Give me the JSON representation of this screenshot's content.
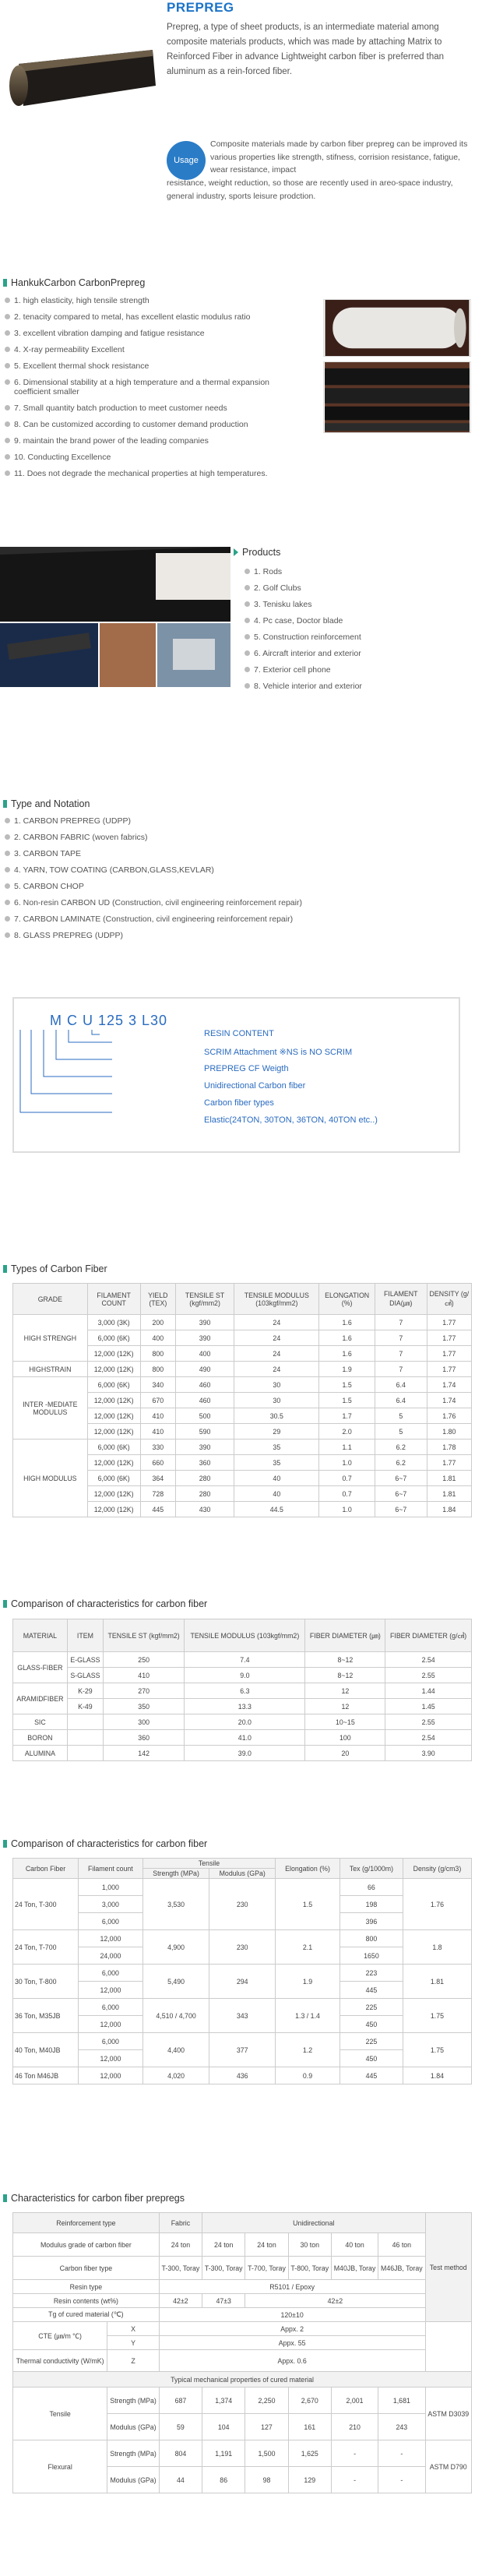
{
  "page_title": "PREPREG",
  "intro": "Prepreg, a type of sheet products, is an intermediate material among composite materials products, which was made by attaching Matrix to Reinforced Fiber in advance Lightweight carbon fiber is preferred than aluminum as a rein-forced fiber.",
  "usage": {
    "badge": "Usage",
    "text1": "Composite materials made by carbon fiber prepreg can be improved its various properties like strength, stifness, corrision resistance, fatigue, wear resistance, impact",
    "text2": "resistance, weight  reduction, so those are recently used in areo-space industry, general industry, sports leisure prodction."
  },
  "features": {
    "title": "HankukCarbon CarbonPrepreg",
    "items": [
      "1. high elasticity, high tensile strength",
      "2. tenacity compared to metal, has excellent elastic modulus ratio",
      "3. excellent vibration damping and fatigue resistance",
      "4. X-ray permeability Excellent",
      "5. Excellent thermal shock resistance",
      "6. Dimensional stability at a high temperature and a thermal expansion coefficient smaller",
      "7. Small quantity batch production to meet customer needs",
      "8. Can be customized according to customer demand production",
      "9. maintain the brand power of the leading companies",
      "10. Conducting Excellence",
      "11. Does not degrade the mechanical properties  at high temperatures."
    ]
  },
  "products": {
    "title": "Products",
    "items": [
      "1. Rods",
      "2. Golf Clubs",
      "3. Tenisku lakes",
      "4. Pc case, Doctor blade",
      "5. Construction reinforcement",
      "6. Aircraft interior and exterior",
      "7. Exterior cell phone",
      "8. Vehicle interior and exterior"
    ]
  },
  "types": {
    "title": "Type and Notation",
    "items": [
      "1. CARBON PREPREG (UDPP)",
      "2. CARBON FABRIC (woven fabrics)",
      "3. CARBON TAPE",
      "4. YARN, TOW COATING (CARBON,GLASS,KEVLAR)",
      "5. CARBON CHOP",
      "6. Non-resin CARBON UD (Construction, civil engineering reinforcement repair)",
      "7. CARBON LAMINATE (Construction, civil engineering reinforcement repair)",
      "8. GLASS PREPREG (UDPP)"
    ]
  },
  "notation": {
    "code": "M C U 125 3 L30",
    "labels": [
      "RESIN CONTENT",
      "SCRIM  Attachment ※NS is NO SCRIM",
      "PREPREG CF Weigth",
      "Unidirectional Carbon fiber",
      "Carbon fiber types",
      "Elastic(24TON, 30TON, 36TON, 40TON etc..)"
    ]
  },
  "fiber_types": {
    "title": "Types of Carbon Fiber",
    "headers": [
      "GRADE",
      "FILAMENT COUNT",
      "YIELD (TEX)",
      "TENSILE ST (kgf/mm2)",
      "TENSILE MODULUS (103kgf/mm2)",
      "ELONGATION (%)",
      "FILAMENT DIA(㎛)",
      "DENSITY (g/㎤)"
    ],
    "groups": [
      {
        "grade": "HIGH STRENGH",
        "rows": [
          [
            "3,000 (3K)",
            "200",
            "390",
            "24",
            "1.6",
            "7",
            "1.77"
          ],
          [
            "6,000 (6K)",
            "400",
            "390",
            "24",
            "1.6",
            "7",
            "1.77"
          ],
          [
            "12,000 (12K)",
            "800",
            "400",
            "24",
            "1.6",
            "7",
            "1.77"
          ]
        ]
      },
      {
        "grade": "HIGHSTRAIN",
        "rows": [
          [
            "12,000 (12K)",
            "800",
            "490",
            "24",
            "1.9",
            "7",
            "1.77"
          ]
        ]
      },
      {
        "grade": "INTER -MEDIATE MODULUS",
        "rows": [
          [
            "6,000 (6K)",
            "340",
            "460",
            "30",
            "1.5",
            "6.4",
            "1.74"
          ],
          [
            "12,000 (12K)",
            "670",
            "460",
            "30",
            "1.5",
            "6.4",
            "1.74"
          ],
          [
            "12,000 (12K)",
            "410",
            "500",
            "30.5",
            "1.7",
            "5",
            "1.76"
          ],
          [
            "12,000 (12K)",
            "410",
            "590",
            "29",
            "2.0",
            "5",
            "1.80"
          ]
        ]
      },
      {
        "grade": "HIGH MODULUS",
        "rows": [
          [
            "6,000 (6K)",
            "330",
            "390",
            "35",
            "1.1",
            "6.2",
            "1.78"
          ],
          [
            "12,000 (12K)",
            "660",
            "360",
            "35",
            "1.0",
            "6.2",
            "1.77"
          ],
          [
            "6,000 (6K)",
            "364",
            "280",
            "40",
            "0.7",
            "6~7",
            "1.81"
          ],
          [
            "12,000 (12K)",
            "728",
            "280",
            "40",
            "0.7",
            "6~7",
            "1.81"
          ],
          [
            "12,000 (12K)",
            "445",
            "430",
            "44.5",
            "1.0",
            "6~7",
            "1.84"
          ]
        ]
      }
    ]
  },
  "compare1": {
    "title": "Comparison of characteristics for carbon fiber",
    "headers": [
      "MATERIAL",
      "ITEM",
      "TENSILE ST (kgf/mm2)",
      "TENSILE MODULUS (103kgf/mm2)",
      "FIBER DIAMETER (㎛)",
      "FIBER DIAMETER (g/㎤)"
    ],
    "rows": [
      [
        "GLASS-FIBER",
        "E-GLASS",
        "250",
        "7.4",
        "8~12",
        "2.54"
      ],
      [
        "",
        "S-GLASS",
        "410",
        "9.0",
        "8~12",
        "2.55"
      ],
      [
        "ARAMIDFIBER",
        "K-29",
        "270",
        "6.3",
        "12",
        "1.44"
      ],
      [
        "",
        "K-49",
        "350",
        "13.3",
        "12",
        "1.45"
      ],
      [
        "SIC",
        "",
        "300",
        "20.0",
        "10~15",
        "2.55"
      ],
      [
        "BORON",
        "",
        "360",
        "41.0",
        "100",
        "2.54"
      ],
      [
        "ALUMINA",
        "",
        "142",
        "39.0",
        "20",
        "3.90"
      ]
    ]
  },
  "compare2": {
    "title": "Comparison of characteristics for carbon fiber",
    "headers": [
      "Carbon Fiber",
      "Filament count",
      "Tensile Strength (MPa)",
      "Tensile Modulus (GPa)",
      "Elongation (%)",
      "Tex (g/1000m)",
      "Density (g/cm3)"
    ],
    "tensile_group": "Tensile",
    "rows": [
      [
        "24 Ton, T-300",
        [
          "1,000",
          "3,000",
          "6,000"
        ],
        "3,530",
        "230",
        "1.5",
        [
          "66",
          "198",
          "396"
        ],
        "1.76"
      ],
      [
        "24 Ton, T-700",
        [
          "12,000",
          "24,000"
        ],
        "4,900",
        "230",
        "2.1",
        [
          "800",
          "1650"
        ],
        "1.8"
      ],
      [
        "30 Ton, T-800",
        [
          "6,000",
          "12,000"
        ],
        "5,490",
        "294",
        "1.9",
        [
          "223",
          "445"
        ],
        "1.81"
      ],
      [
        "36 Ton, M35JB",
        [
          "6,000",
          "12,000"
        ],
        "4,510 / 4,700",
        "343",
        "1.3 / 1.4",
        [
          "225",
          "450"
        ],
        "1.75"
      ],
      [
        "40 Ton, M40JB",
        [
          "6,000",
          "12,000"
        ],
        "4,400",
        "377",
        "1.2",
        [
          "225",
          "450"
        ],
        "1.75"
      ],
      [
        "46 Ton M46JB",
        [
          "12,000"
        ],
        "4,020",
        "436",
        "0.9",
        "445",
        "1.84"
      ]
    ]
  },
  "prepregs": {
    "title": "Characteristics for carbon fiber prepregs",
    "h_reinf": "Reinforcement type",
    "h_fabric": "Fabric",
    "h_uni": "Unidirectional",
    "h_test": "Test method",
    "r_modulus": "Modulus grade of carbon fiber",
    "modulus_vals": [
      "24 ton",
      "24 ton",
      "24 ton",
      "30 ton",
      "40 ton",
      "46 ton"
    ],
    "r_cftype": "Carbon fiber type",
    "cftype_vals": [
      "T-300, Toray",
      "T-300, Toray",
      "T-700, Toray",
      "T-800, Toray",
      "M40JB, Toray",
      "M46JB, Toray"
    ],
    "r_resin": "Resin type",
    "resin_val": "R5101 / Epoxy",
    "r_content": "Resin contents (wt%)",
    "content_vals": [
      "42±2",
      "47±3",
      "42±2"
    ],
    "r_tg": "Tg of cured material (℃)",
    "tg_val": "120±10",
    "r_cte": "CTE (㎛/m ℃)",
    "cte_x": "X",
    "cte_x_val": "Appx. 2",
    "cte_y": "Y",
    "cte_y_val": "Appx. 55",
    "r_tc": "Thermal conductivity (W/mK)",
    "tc_z": "Z",
    "tc_val": "Appx. 0.6",
    "mech_title": "Typical mechanical properties of cured material",
    "tensile": "Tensile",
    "flexural": "Flexural",
    "strength": "Strength (MPa)",
    "modulus": "Modulus (GPa)",
    "t_str": [
      "687",
      "1,374",
      "2,250",
      "2,670",
      "2,001",
      "1,681"
    ],
    "t_mod": [
      "59",
      "104",
      "127",
      "161",
      "210",
      "243"
    ],
    "t_test": "ASTM D3039",
    "f_str": [
      "804",
      "1,191",
      "1,500",
      "1,625",
      "-",
      "-"
    ],
    "f_mod": [
      "44",
      "86",
      "98",
      "129",
      "-",
      "-"
    ],
    "f_test": "ASTM D790"
  }
}
